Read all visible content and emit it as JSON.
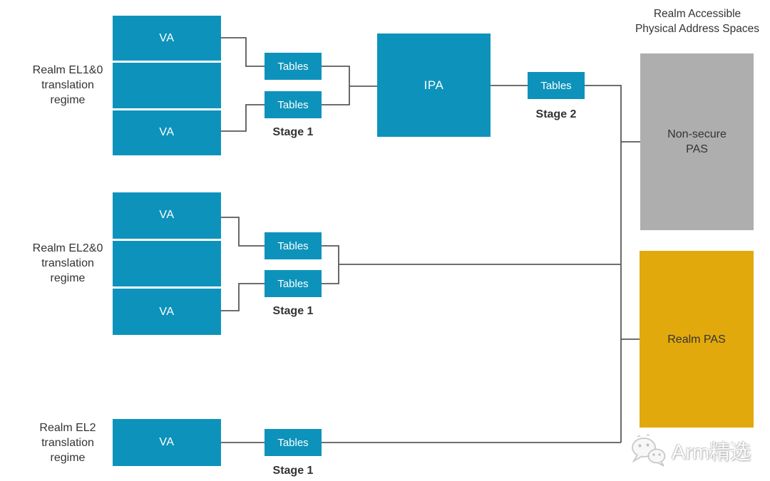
{
  "diagram_title": {
    "line1": "Realm Accessible",
    "line2": "Physical Address Spaces"
  },
  "regimes": {
    "el10": {
      "label_lines": [
        "Realm EL1&0",
        "translation",
        "regime"
      ],
      "va_top": "VA",
      "va_bottom": "VA",
      "tables_top": "Tables",
      "tables_bottom": "Tables",
      "stage_label": "Stage 1"
    },
    "el20": {
      "label_lines": [
        "Realm EL2&0",
        "translation",
        "regime"
      ],
      "va_top": "VA",
      "va_bottom": "VA",
      "tables_top": "Tables",
      "tables_bottom": "Tables",
      "stage_label": "Stage 1"
    },
    "el2": {
      "label_lines": [
        "Realm EL2",
        "translation",
        "regime"
      ],
      "va": "VA",
      "tables": "Tables",
      "stage_label": "Stage 1"
    }
  },
  "ipa_label": "IPA",
  "stage2": {
    "tables": "Tables",
    "stage_label": "Stage 2"
  },
  "pas": {
    "nonsecure_line1": "Non-secure",
    "nonsecure_line2": "PAS",
    "realm": "Realm PAS"
  },
  "watermark": {
    "icon": "wechat-icon",
    "text": "Arm精选"
  },
  "colors": {
    "box_teal": "#0d93bb",
    "pas_gray": "#aeaeae",
    "pas_gold": "#e2a90c",
    "line_gray": "#58595b",
    "text_dark": "#333333",
    "text_white": "#ffffff"
  }
}
